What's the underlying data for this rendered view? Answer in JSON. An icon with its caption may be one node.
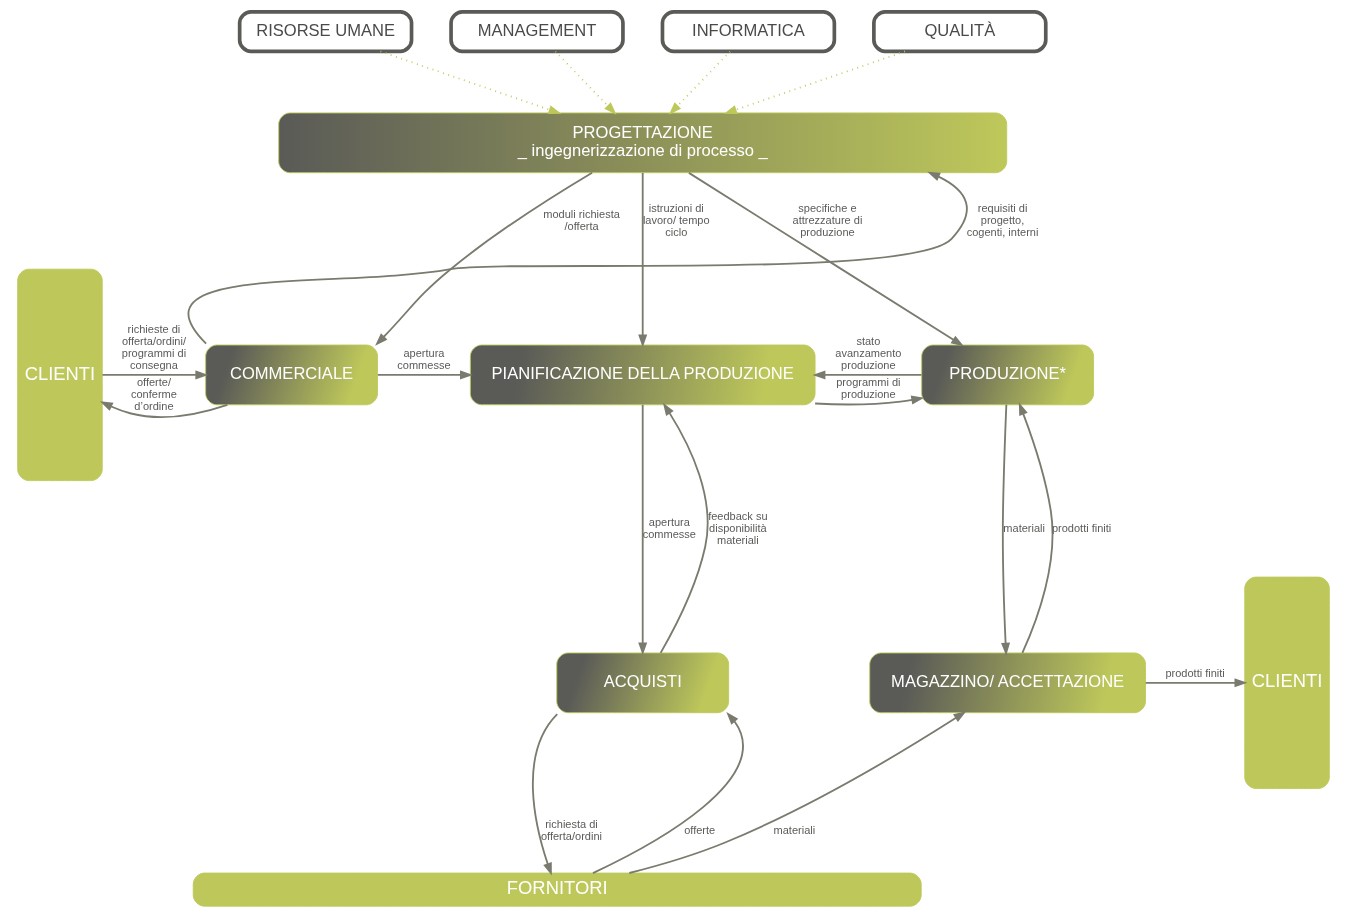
{
  "diagram": {
    "nodes": [
      {
        "text": [
          "RISORSE UMANE"
        ]
      },
      {
        "text": [
          "MANAGEMENT"
        ]
      },
      {
        "text": [
          "INFORMATICA"
        ]
      },
      {
        "text": [
          "QUALITÀ"
        ]
      },
      {
        "text": [
          "PROGETTAZIONE",
          "_ ingegnerizzazione di processo _"
        ]
      },
      {
        "text": [
          "CLIENTI"
        ]
      },
      {
        "text": [
          "COMMERCIALE"
        ]
      },
      {
        "text": [
          "PIANIFICAZIONE DELLA PRODUZIONE"
        ]
      },
      {
        "text": [
          "PRODUZIONE*"
        ]
      },
      {
        "text": [
          "ACQUISTI"
        ]
      },
      {
        "text": [
          "MAGAZZINO/ ACCETTAZIONE"
        ]
      },
      {
        "text": [
          "CLIENTI"
        ]
      },
      {
        "text": [
          "FORNITORI"
        ]
      }
    ],
    "edges": [
      {
        "from": 0,
        "to": 4,
        "arrow": "to",
        "style": "dashed"
      },
      {
        "from": 1,
        "to": 4,
        "arrow": "to",
        "style": "dashed"
      },
      {
        "from": 2,
        "to": 4,
        "arrow": "to",
        "style": "dashed"
      },
      {
        "from": 3,
        "to": 4,
        "arrow": "to",
        "style": "dashed"
      },
      {
        "from": 6,
        "to": 4,
        "arrow": "to",
        "label": "requisiti di progetto, cogenti, interni"
      },
      {
        "from": 4,
        "to": 6,
        "arrow": "to",
        "label": "moduli richiesta /offerta"
      },
      {
        "from": 4,
        "to": 7,
        "arrow": "to",
        "label": "istruzioni di lavoro/ tempo ciclo"
      },
      {
        "from": 4,
        "to": 8,
        "arrow": "to",
        "label": "specifiche e attrezzature di produzione"
      },
      {
        "from": 5,
        "to": 6,
        "arrow": "to",
        "label": "richieste di offerta/ordini/ programmi di consegna"
      },
      {
        "from": 6,
        "to": 5,
        "arrow": "to",
        "label": "offerte/ conferme d’ordine"
      },
      {
        "from": 6,
        "to": 7,
        "arrow": "to",
        "label": "apertura commesse"
      },
      {
        "from": 7,
        "to": 8,
        "arrow": "to",
        "label": "programmi di produzione"
      },
      {
        "from": 8,
        "to": 7,
        "arrow": "to",
        "label": "stato avanzamento produzione"
      },
      {
        "from": 7,
        "to": 9,
        "arrow": "to",
        "label": "apertura commesse"
      },
      {
        "from": 9,
        "to": 7,
        "arrow": "to",
        "label": "feedback su disponibilità materiali"
      },
      {
        "from": 8,
        "to": 10,
        "arrow": "to",
        "label": "materiali"
      },
      {
        "from": 10,
        "to": 8,
        "arrow": "to",
        "label": "prodotti finiti"
      },
      {
        "from": 10,
        "to": 11,
        "arrow": "to",
        "label": "prodotti finiti"
      },
      {
        "from": 9,
        "to": 12,
        "arrow": "to",
        "label": "richiesta di offerta/ordini"
      },
      {
        "from": 12,
        "to": 9,
        "arrow": "to",
        "label": "offerte"
      },
      {
        "from": 12,
        "to": 10,
        "arrow": "to",
        "label": "materiali"
      }
    ]
  }
}
